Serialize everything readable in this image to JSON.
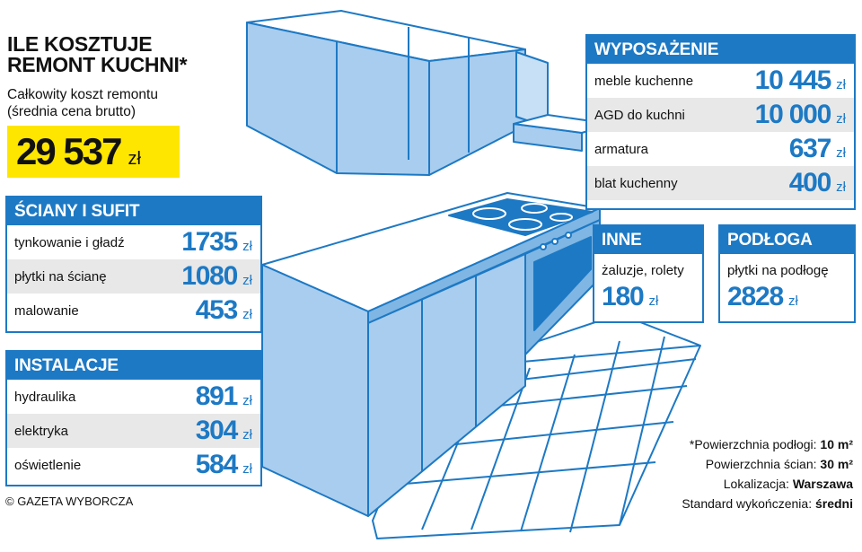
{
  "headline": {
    "line1": "ILE KOSZTUJE",
    "line2": "REMONT KUCHNI*"
  },
  "subtitle": {
    "line1": "Całkowity koszt remontu",
    "line2": "(średnia cena brutto)"
  },
  "total": {
    "value": "29 537",
    "unit": "zł"
  },
  "colors": {
    "accent": "#1d79c4",
    "highlight": "#ffe600",
    "row_shade": "#e8e8e8",
    "illustration_fill": "#a9cdee"
  },
  "sections": {
    "sciany": {
      "title": "ŚCIANY I SUFIT",
      "rows": [
        {
          "label": "tynkowanie i gładź",
          "value": "1735",
          "unit": "zł"
        },
        {
          "label": "płytki na ścianę",
          "value": "1080",
          "unit": "zł"
        },
        {
          "label": "malowanie",
          "value": "453",
          "unit": "zł"
        }
      ]
    },
    "instalacje": {
      "title": "INSTALACJE",
      "rows": [
        {
          "label": "hydraulika",
          "value": "891",
          "unit": "zł"
        },
        {
          "label": "elektryka",
          "value": "304",
          "unit": "zł"
        },
        {
          "label": "oświetlenie",
          "value": "584",
          "unit": "zł"
        }
      ]
    },
    "wyposazenie": {
      "title": "WYPOSAŻENIE",
      "rows": [
        {
          "label": "meble kuchenne",
          "value": "10 445",
          "unit": "zł"
        },
        {
          "label": "AGD do kuchni",
          "value": "10 000",
          "unit": "zł"
        },
        {
          "label": "armatura",
          "value": "637",
          "unit": "zł"
        },
        {
          "label": "blat kuchenny",
          "value": "400",
          "unit": "zł"
        }
      ]
    },
    "inne": {
      "title": "INNE",
      "label": "żaluzje, rolety",
      "value": "180",
      "unit": "zł"
    },
    "podloga": {
      "title": "PODŁOGA",
      "label": "płytki na podłogę",
      "value": "2828",
      "unit": "zł"
    }
  },
  "notes": {
    "floor_label": "*Powierzchnia podłogi:",
    "floor_value": "10 m²",
    "walls_label": "Powierzchnia ścian:",
    "walls_value": "30 m²",
    "location_label": "Lokalizacja:",
    "location_value": "Warszawa",
    "standard_label": "Standard wykończenia:",
    "standard_value": "średni"
  },
  "credit": "© GAZETA WYBORCZA"
}
